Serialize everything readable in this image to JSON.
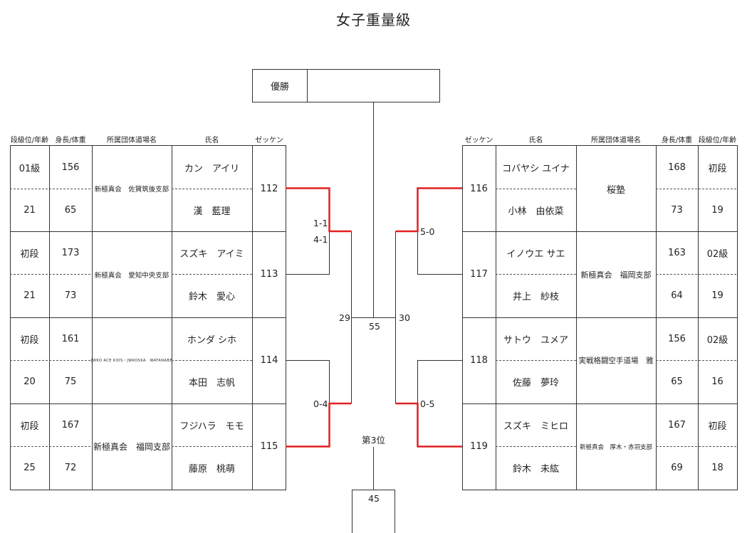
{
  "title": "女子重量級",
  "champion_label": "優勝",
  "champion_value": "",
  "third_place_label": "第3位",
  "third_place_bout": "45",
  "final_bout": "55",
  "headers_left": [
    "段級位/年齢",
    "身長/体重",
    "所属団体道場名",
    "氏名",
    "ゼッケン"
  ],
  "headers_right": [
    "ゼッケン",
    "氏名",
    "所属団体道場名",
    "身長/体重",
    "段級位/年齢"
  ],
  "left_players": [
    {
      "rank": "01級",
      "age": "21",
      "height": "156",
      "weight": "65",
      "club": "新極真会　佐賀筑後支部",
      "kana": "カン　アイリ",
      "name": "漢　藍理",
      "bib": "112"
    },
    {
      "rank": "初段",
      "age": "21",
      "height": "173",
      "weight": "73",
      "club": "新極真会　愛知中央支部",
      "kana": "スズキ　アイミ",
      "name": "鈴木　愛心",
      "bib": "113"
    },
    {
      "rank": "初段",
      "age": "20",
      "height": "161",
      "weight": "75",
      "club": "JWKO ACE KIDS・JWKOSKA　WATANABE",
      "kana": "ホンダ シホ",
      "name": "本田　志帆",
      "bib": "114"
    },
    {
      "rank": "初段",
      "age": "25",
      "height": "167",
      "weight": "72",
      "club": "新極真会　福岡支部",
      "kana": "フジハラ　モモ",
      "name": "藤原　桃萌",
      "bib": "115"
    }
  ],
  "right_players": [
    {
      "rank": "初段",
      "age": "19",
      "height": "168",
      "weight": "73",
      "club": "桜塾",
      "kana": "コバヤシ ユイナ",
      "name": "小林　由依菜",
      "bib": "116"
    },
    {
      "rank": "02級",
      "age": "19",
      "height": "163",
      "weight": "64",
      "club": "新極真会　福岡支部",
      "kana": "イノウエ サエ",
      "name": "井上　紗枝",
      "bib": "117"
    },
    {
      "rank": "02級",
      "age": "16",
      "height": "156",
      "weight": "65",
      "club": "実戦格闘空手道場　雅",
      "kana": "サトウ　ユメア",
      "name": "佐藤　夢玲",
      "bib": "118"
    },
    {
      "rank": "初段",
      "age": "18",
      "height": "167",
      "weight": "69",
      "club": "新極真会　厚木・赤羽支部",
      "kana": "スズキ　ミヒロ",
      "name": "鈴木　未紘",
      "bib": "119"
    }
  ],
  "bracket": {
    "left_semi_top_bout": "1-1",
    "left_semi_top_score": "4-1",
    "left_semi_bottom_score": "0-4",
    "left_final_bout": "29",
    "right_semi_top_score": "5-0",
    "right_semi_bottom_score": "0-5",
    "right_final_bout": "30"
  },
  "colors": {
    "winner_line": "#e02020",
    "line": "#333333",
    "dash": "#555555"
  }
}
